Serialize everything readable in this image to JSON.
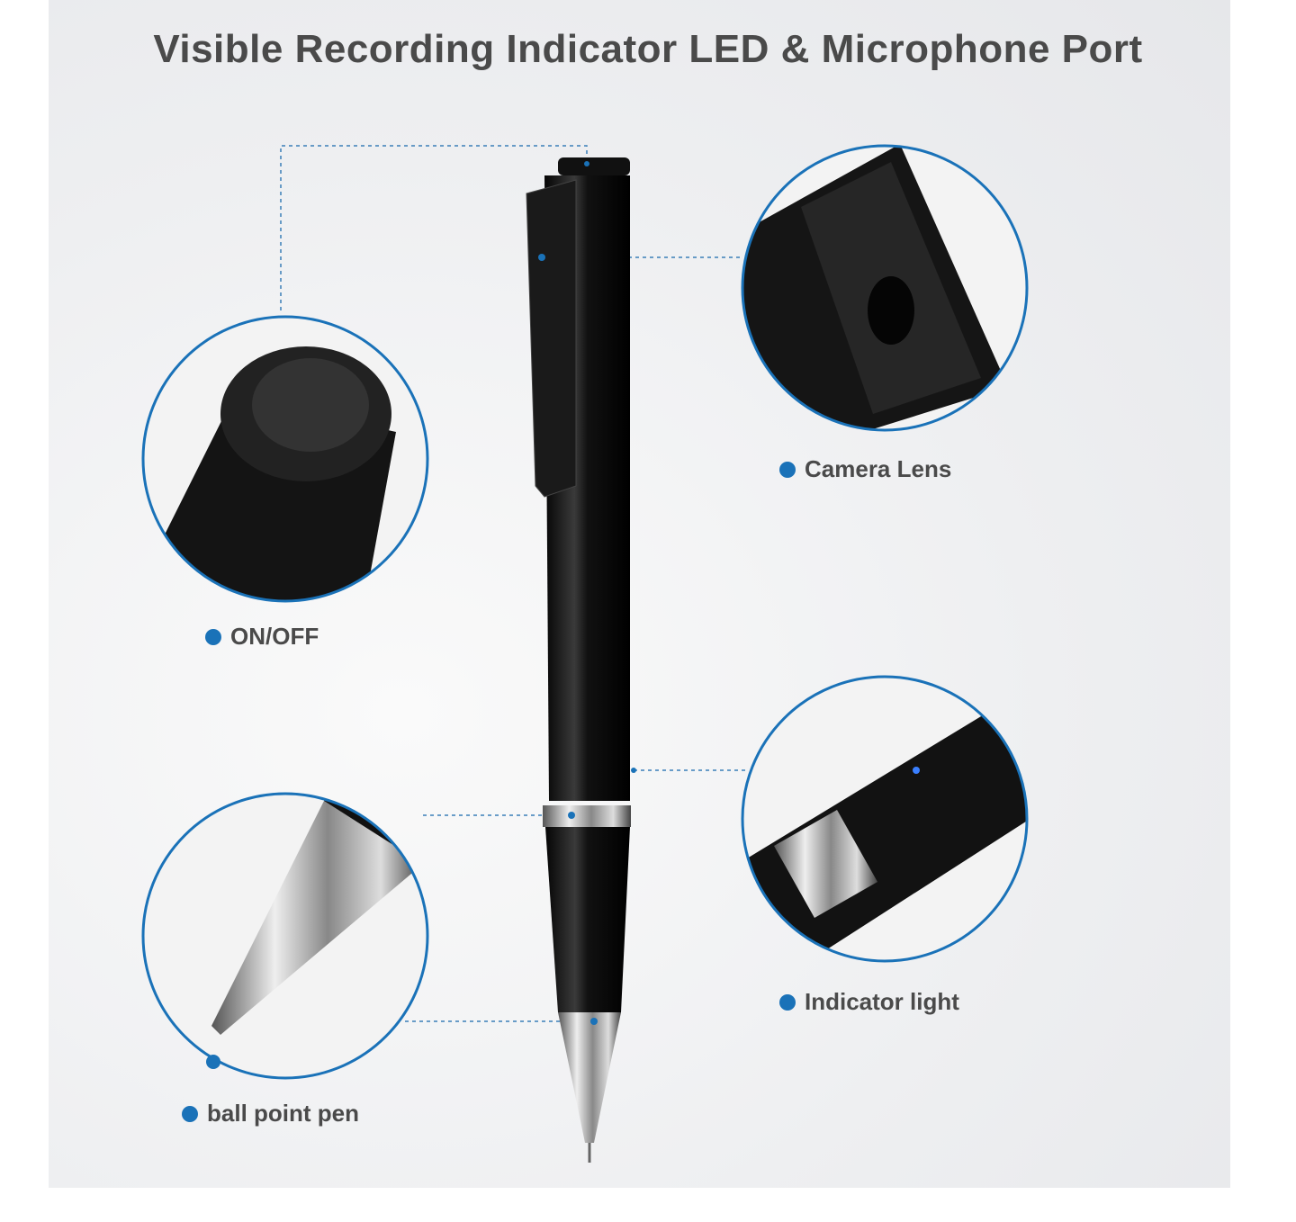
{
  "title": "Visible Recording Indicator LED & Microphone Port",
  "callouts": [
    {
      "label": "ON/OFF"
    },
    {
      "label": "Camera Lens"
    },
    {
      "label": "Indicator light"
    },
    {
      "label": "ball point pen"
    }
  ],
  "colors": {
    "accent": "#1a72b8",
    "text": "#4a4a4a"
  }
}
